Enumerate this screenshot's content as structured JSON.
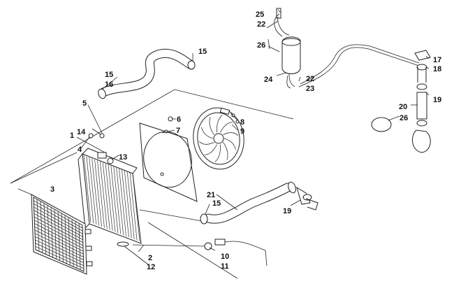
{
  "diagram": {
    "callouts": [
      {
        "id": "c1",
        "text": "1"
      },
      {
        "id": "c2",
        "text": "2"
      },
      {
        "id": "c3",
        "text": "3"
      },
      {
        "id": "c4",
        "text": "4"
      },
      {
        "id": "c5",
        "text": "5"
      },
      {
        "id": "c6",
        "text": "6"
      },
      {
        "id": "c7",
        "text": "7"
      },
      {
        "id": "c8",
        "text": "8"
      },
      {
        "id": "c9",
        "text": "9"
      },
      {
        "id": "c10",
        "text": "10"
      },
      {
        "id": "c11",
        "text": "11"
      },
      {
        "id": "c12",
        "text": "12"
      },
      {
        "id": "c13",
        "text": "13"
      },
      {
        "id": "c14",
        "text": "14"
      },
      {
        "id": "c15a",
        "text": "15"
      },
      {
        "id": "c15b",
        "text": "15"
      },
      {
        "id": "c15c",
        "text": "15"
      },
      {
        "id": "c16",
        "text": "16"
      },
      {
        "id": "c17",
        "text": "17"
      },
      {
        "id": "c18",
        "text": "18"
      },
      {
        "id": "c19a",
        "text": "19"
      },
      {
        "id": "c19b",
        "text": "19"
      },
      {
        "id": "c20",
        "text": "20"
      },
      {
        "id": "c21",
        "text": "21"
      },
      {
        "id": "c22a",
        "text": "22"
      },
      {
        "id": "c22b",
        "text": "22"
      },
      {
        "id": "c23",
        "text": "23"
      },
      {
        "id": "c24",
        "text": "24"
      },
      {
        "id": "c25",
        "text": "25"
      },
      {
        "id": "c26a",
        "text": "26"
      },
      {
        "id": "c26b",
        "text": "26"
      }
    ]
  }
}
